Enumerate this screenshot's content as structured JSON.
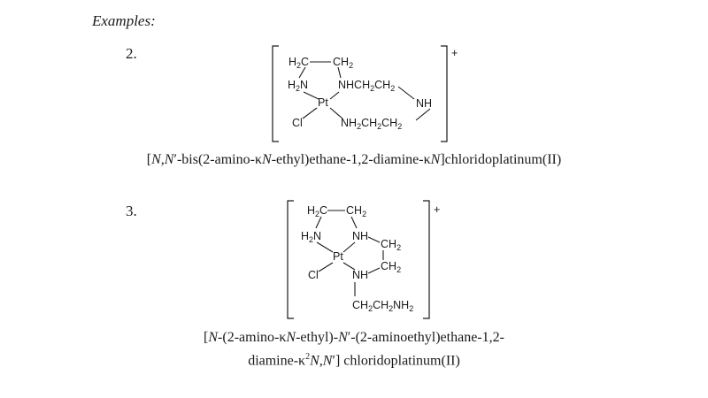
{
  "heading": "Examples:",
  "examples": [
    {
      "number": "2.",
      "charge": "+",
      "atoms": {
        "ch2_left": "H2C",
        "ch2_right": "CH2",
        "h2n": "H2N",
        "nh_chain": "NHCH2CH2",
        "pt": "Pt",
        "nh_right": "NH",
        "cl": "Cl",
        "nh_bottom": "NH2CH2CH2"
      },
      "caption_parts": [
        "[",
        "N",
        ",",
        "N",
        "′-bis(2-amino-κ",
        "N",
        "-ethyl)ethane-1,2-diamine-κ",
        "N",
        "]chloridoplatinum(II)"
      ]
    },
    {
      "number": "3.",
      "charge": "+",
      "atoms": {
        "ch2_left": "H2C",
        "ch2_right": "CH2",
        "h2n": "H2N",
        "nh_upper": "NH",
        "ch2_a": "CH2",
        "pt": "Pt",
        "ch2_b": "CH2",
        "cl": "Cl",
        "nh_lower": "NH",
        "chain_bottom": "CH2CH2NH2"
      },
      "caption_line1_parts": [
        "[",
        "N",
        "-(2-amino-κ",
        "N",
        "-ethyl)-",
        "N",
        "′-(2-aminoethyl)ethane-1,2-"
      ],
      "caption_line2_parts": [
        "diamine-κ",
        "2",
        "N",
        ",",
        "N",
        "′] chloridoplatinum(II)"
      ]
    }
  ]
}
